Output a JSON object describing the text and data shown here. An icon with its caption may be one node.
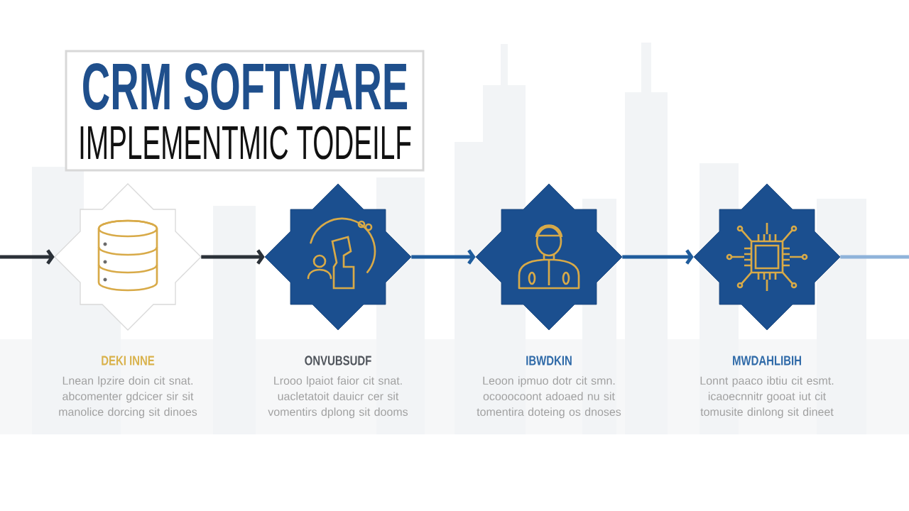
{
  "diagram": {
    "title": "CRM SOFTWARE",
    "labels": [
      "IMPLEMENTMIC TODEILF"
    ],
    "nodes": [
      {
        "text": [
          "DEKI INNE",
          "Lnean lpzire doin cit snat. abcomenter gdcicer sir sit manolice dorcing sit dinoes"
        ]
      },
      {
        "text": [
          "ONVUBSUDF",
          "Lrooo lpaiot faior cit snat. uacletatoit dauicr cer sit vomentirs dplong sit dooms"
        ]
      },
      {
        "text": [
          "IBWDKIN",
          "Leoon ipmuo dotr cit smn. ocooocoont adoaed nu sit tomentira doteing os dnoses"
        ]
      },
      {
        "text": [
          "MWDAHLIBIH",
          "Lonnt paaco ibtiu cit esmt. icaoecnnitr gooat iut cit tomusite dinlong sit dineet"
        ]
      }
    ],
    "edges": [
      {
        "from": null,
        "to": 0,
        "arrow": "to"
      },
      {
        "from": 0,
        "to": 1,
        "arrow": "to"
      },
      {
        "from": 1,
        "to": 2,
        "arrow": "to",
        "color": "#1f5c9c"
      },
      {
        "from": 2,
        "to": 3,
        "arrow": "to",
        "color": "#1f5c9c"
      },
      {
        "from": 3,
        "to": null,
        "arrow": "none",
        "color": "#8fb3da"
      }
    ]
  }
}
